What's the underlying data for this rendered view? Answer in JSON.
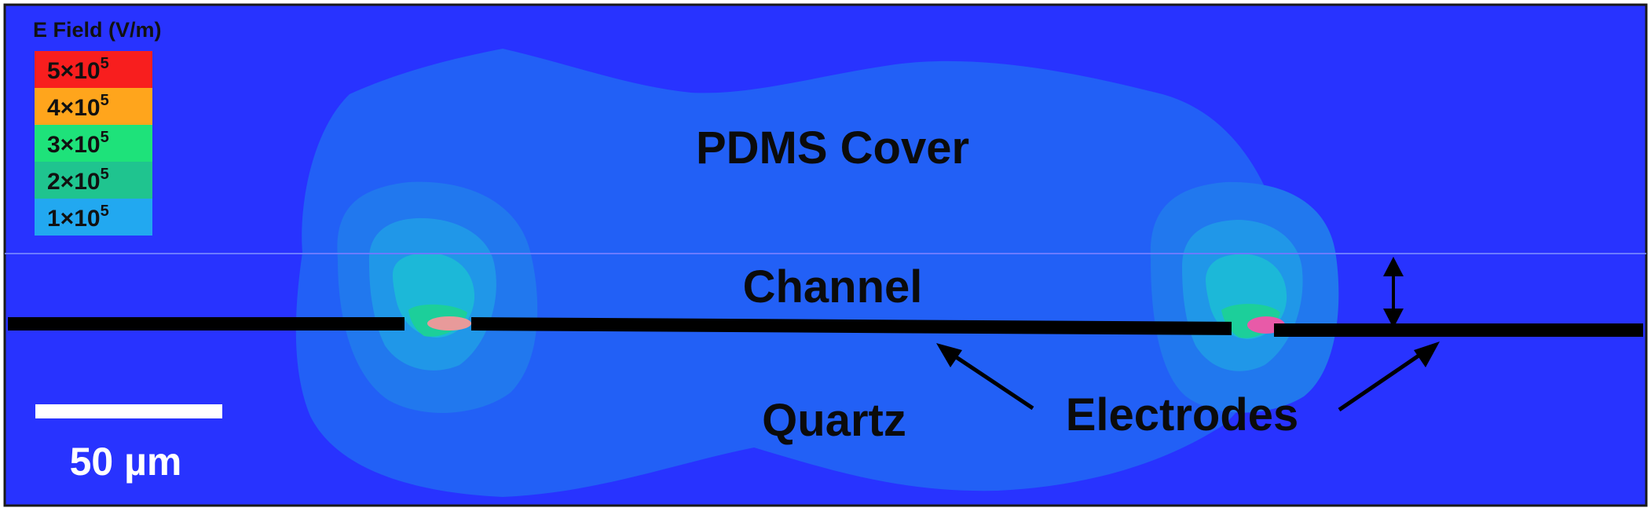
{
  "legend": {
    "title": "E Field (V/m)",
    "multiplier": "×10",
    "entries": [
      {
        "coefficient": "5",
        "exponent": "5",
        "color": "#f81e1e"
      },
      {
        "coefficient": "4",
        "exponent": "5",
        "color": "#ffa51c"
      },
      {
        "coefficient": "3",
        "exponent": "5",
        "color": "#1ee27a"
      },
      {
        "coefficient": "2",
        "exponent": "5",
        "color": "#1fc48f"
      },
      {
        "coefficient": "1",
        "exponent": "5",
        "color": "#22a8f0"
      }
    ]
  },
  "labels": {
    "pdms": "PDMS Cover",
    "channel": "Channel",
    "quartz": "Quartz",
    "electrodes": "Electrodes"
  },
  "scale_bar": {
    "label": "50 µm"
  },
  "colors": {
    "background_field": "#2833ff",
    "field_level_1": "#2260f6",
    "field_level_2": "#2178ee",
    "field_level_3": "#2097e8",
    "field_level_4": "#1cb8d8",
    "field_level_5": "#1ccf9a",
    "hotspot": "#e89a9a",
    "electrode": "#000000",
    "outline": "#1a1a1a"
  }
}
